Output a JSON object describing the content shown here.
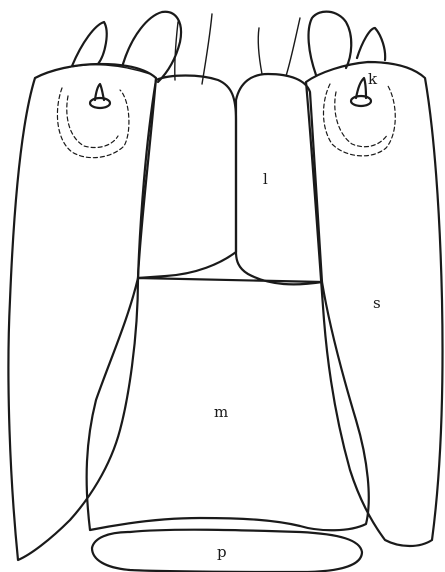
{
  "labels": {
    "k": "k",
    "l": "l",
    "s": "s",
    "m": "m",
    "p": "p"
  },
  "colors": {
    "ink": "#1a1a1a",
    "paper": "#ffffff"
  }
}
